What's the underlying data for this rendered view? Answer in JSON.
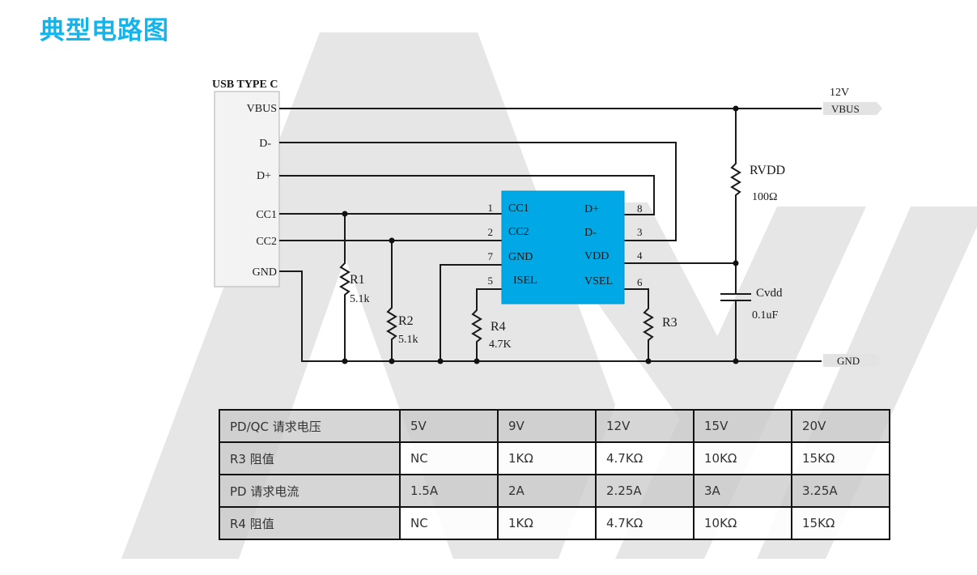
{
  "title": "典型电路图",
  "schematic": {
    "connector": {
      "label": "USB TYPE C",
      "pins": [
        "VBUS",
        "D-",
        "D+",
        "CC1",
        "CC2",
        "GND"
      ]
    },
    "chip": {
      "color": "#00a8e6",
      "left_pins": [
        {
          "num": "1",
          "name": "CC1"
        },
        {
          "num": "2",
          "name": "CC2"
        },
        {
          "num": "7",
          "name": "GND"
        },
        {
          "num": "5",
          "name": "ISEL"
        }
      ],
      "right_pins": [
        {
          "num": "8",
          "name": "D+"
        },
        {
          "num": "3",
          "name": "D-"
        },
        {
          "num": "4",
          "name": "VDD"
        },
        {
          "num": "6",
          "name": "VSEL"
        }
      ]
    },
    "components": {
      "r1": {
        "name": "R1",
        "value": "5.1k"
      },
      "r2": {
        "name": "R2",
        "value": "5.1k"
      },
      "r3": {
        "name": "R3",
        "value": ""
      },
      "r4": {
        "name": "R4",
        "value": "4.7K"
      },
      "rvdd": {
        "name": "RVDD",
        "value": "100Ω"
      },
      "cvdd": {
        "name": "Cvdd",
        "value": "0.1uF"
      }
    },
    "ports": {
      "vbus": {
        "label": "VBUS",
        "voltage": "12V"
      },
      "gnd": {
        "label": "GND"
      }
    }
  },
  "table": {
    "rows": [
      {
        "label": "PD/QC 请求电压",
        "values": [
          "5V",
          "9V",
          "12V",
          "15V",
          "20V"
        ],
        "shaded": true
      },
      {
        "label": "R3 阻值",
        "values": [
          "NC",
          "1KΩ",
          "4.7KΩ",
          "10KΩ",
          "15KΩ"
        ],
        "shaded": false
      },
      {
        "label": "PD 请求电流",
        "values": [
          "1.5A",
          "2A",
          "2.25A",
          "3A",
          "3.25A"
        ],
        "shaded": true
      },
      {
        "label": "R4 阻值",
        "values": [
          "NC",
          "1KΩ",
          "4.7KΩ",
          "10KΩ",
          "15KΩ"
        ],
        "shaded": false
      }
    ]
  }
}
